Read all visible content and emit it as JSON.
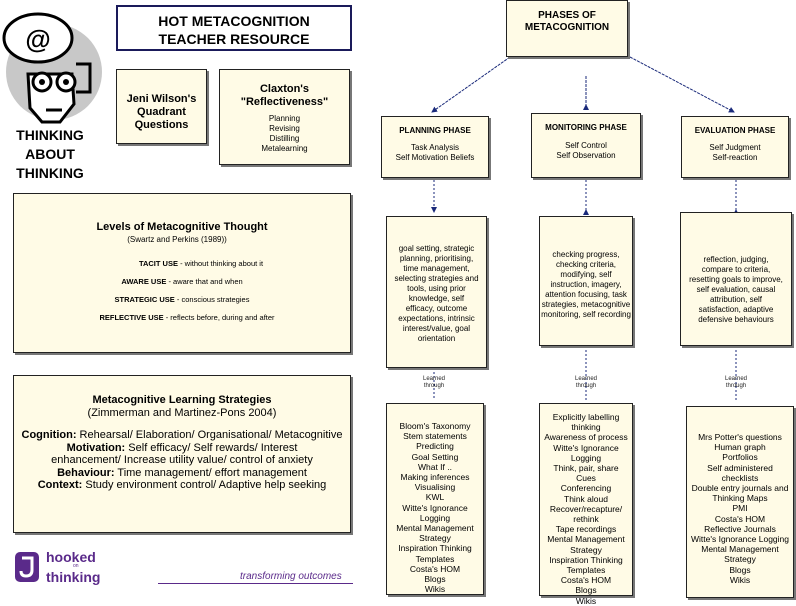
{
  "header": {
    "title_line1": "HOT METACOGNITION",
    "title_line2": "TEACHER RESOURCE"
  },
  "side_label": {
    "line1": "THINKING",
    "line2": "ABOUT",
    "line3": "THINKING"
  },
  "quadrant_box": {
    "line1": "Jeni Wilson's",
    "line2": "Quadrant",
    "line3": "Questions"
  },
  "claxton_box": {
    "title_line1": "Claxton's",
    "title_line2": "\"Reflectiveness\"",
    "items": [
      "Planning",
      "Revising",
      "Distilling",
      "Metalearning"
    ]
  },
  "levels": {
    "title": "Levels of Metacognitive Thought",
    "source": "(Swartz and Perkins (1989))",
    "rows": [
      {
        "term": "TACIT USE",
        "desc": " - without thinking about it"
      },
      {
        "term": "AWARE USE",
        "desc": " - aware that and when"
      },
      {
        "term": "STRATEGIC USE",
        "desc": " - conscious strategies"
      },
      {
        "term": "REFLECTIVE USE",
        "desc": " - reflects before, during and after"
      }
    ]
  },
  "strategies": {
    "title": "Metacognitive Learning Strategies",
    "source": "(Zimmerman and Martinez-Pons 2004)",
    "rows": [
      {
        "term": "Cognition:",
        "desc": " Rehearsal/ Elaboration/ Organisational/ Metacognitive"
      },
      {
        "term": "Motivation:",
        "desc": " Self efficacy/ Self rewards/ Interest"
      },
      {
        "term": "",
        "desc": "enhancement/ Increase utility value/ control of anxiety"
      },
      {
        "term": "Behaviour:",
        "desc": " Time management/ effort management"
      },
      {
        "term": "Context:",
        "desc": " Study environment control/ Adaptive help seeking"
      }
    ]
  },
  "phases": {
    "title_line1": "PHASES OF",
    "title_line2": "METACOGNITION",
    "planning": {
      "title": "PLANNING PHASE",
      "lines": [
        "Task Analysis",
        "Self Motivation Beliefs"
      ]
    },
    "monitoring": {
      "title": "MONITORING PHASE",
      "lines": [
        "Self Control",
        "Self Observation"
      ]
    },
    "evaluation": {
      "title": "EVALUATION PHASE",
      "lines": [
        "Self Judgment",
        "Self-reaction"
      ]
    }
  },
  "details": {
    "planning": [
      "goal setting, strategic",
      "planning, prioritising,",
      "time management,",
      "selecting strategies and",
      "tools, using prior",
      "knowledge, self",
      "efficacy, outcome",
      "expectations, intrinsic",
      "interest/value, goal",
      "orientation"
    ],
    "monitoring": [
      "checking progress,",
      "checking criteria,",
      "modifying, self",
      "instruction, imagery,",
      "attention focusing, task",
      "strategies, metacognitive",
      "monitoring, self recording"
    ],
    "evaluation": [
      "reflection, judging,",
      "compare to criteria,",
      "resetting goals to improve,",
      "self evaluation, causal",
      "attribution, self",
      "satisfaction, adaptive",
      "defensive behaviours"
    ]
  },
  "arrow_labels": {
    "planning": [
      "Learned",
      "through"
    ],
    "monitoring": [
      "Learned",
      "through"
    ],
    "evaluation": [
      "Learned",
      "through"
    ]
  },
  "tools": {
    "planning": [
      "Bloom's Taxonomy",
      "Stem statements",
      "Predicting",
      "Goal Setting",
      "What If ..",
      "Making inferences",
      "Visualising",
      "KWL",
      "Witte's Ignorance",
      "Logging",
      "Mental Management",
      "Strategy",
      "Inspiration Thinking",
      "Templates",
      "Costa's HOM",
      "Blogs",
      "Wikis"
    ],
    "monitoring": [
      "Explicitly labelling",
      "thinking",
      "Awareness of process",
      "Witte's Ignorance",
      "Logging",
      "Think, pair, share",
      "Cues",
      "Conferencing",
      "Think aloud",
      "Recover/recapture/",
      "rethink",
      "Tape recordings",
      "Mental Management",
      "Strategy",
      "Inspiration Thinking",
      "Templates",
      "Costa's HOM",
      "Blogs",
      "Wikis"
    ],
    "evaluation": [
      "Mrs Potter's questions",
      "Human graph",
      "Portfolios",
      "Self administered",
      "checklists",
      "Double entry journals and",
      "Thinking Maps",
      "PMI",
      "Costa's HOM",
      "Reflective Journals",
      "Witte's Ignorance Logging",
      "Mental Management",
      "Strategy",
      "Blogs",
      "Wikis"
    ]
  },
  "footer": {
    "logo_line1": "hooked",
    "logo_on": "on",
    "logo_line2": "thinking",
    "tagline": "transforming outcomes"
  },
  "colors": {
    "box_fill": "#fffbe6",
    "brand_purple": "#5a2a8a",
    "connector": "#1a2a7a"
  }
}
